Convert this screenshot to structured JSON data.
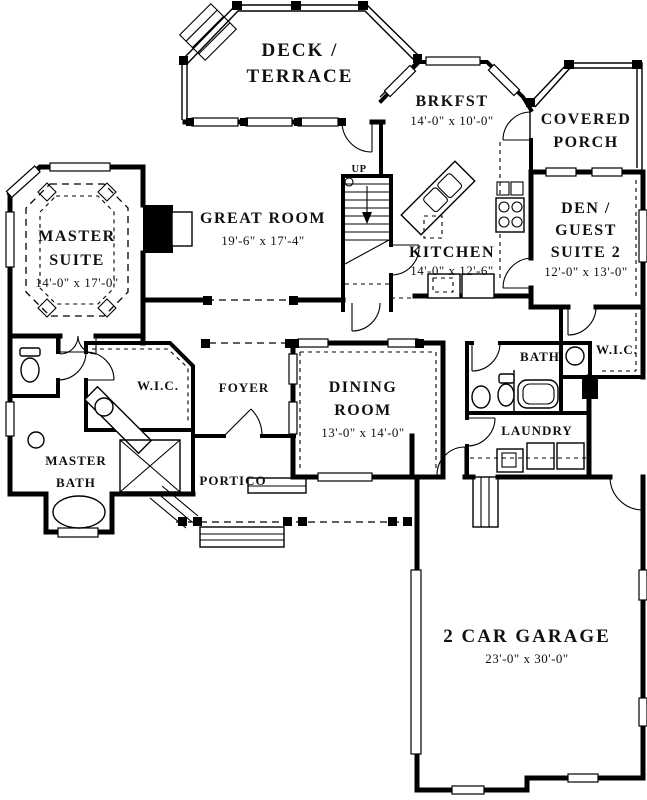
{
  "colors": {
    "ink": "#000000",
    "paper": "#ffffff"
  },
  "rooms": {
    "deck": {
      "line1": "DECK /",
      "line2": "TERRACE"
    },
    "brkfst": {
      "name": "BRKFST",
      "dims": "14'-0\" x 10'-0\""
    },
    "covered_porch": {
      "line1": "COVERED",
      "line2": "PORCH"
    },
    "master_suite": {
      "line1": "MASTER",
      "line2": "SUITE",
      "dims": "14'-0\" x 17'-0\""
    },
    "great_room": {
      "name": "GREAT ROOM",
      "dims": "19'-6\" x 17'-4\""
    },
    "stairs": {
      "label": "UP"
    },
    "kitchen": {
      "name": "KITCHEN",
      "dims": "14'-0\" x 12'-6\""
    },
    "den": {
      "line1": "DEN /",
      "line2": "GUEST",
      "line3": "SUITE 2",
      "dims": "12'-0\" x 13'-0\""
    },
    "bath": {
      "name": "BATH"
    },
    "wic_right": {
      "name": "W.I.C."
    },
    "wic_left": {
      "name": "W.I.C."
    },
    "foyer": {
      "name": "FOYER"
    },
    "dining_room": {
      "line1": "DINING",
      "line2": "ROOM",
      "dims": "13'-0\" x 14'-0\""
    },
    "laundry": {
      "name": "LAUNDRY"
    },
    "master_bath": {
      "line1": "MASTER",
      "line2": "BATH"
    },
    "portico": {
      "name": "PORTICO"
    },
    "garage": {
      "name": "2 CAR GARAGE",
      "dims": "23'-0\" x 30'-0\""
    }
  }
}
